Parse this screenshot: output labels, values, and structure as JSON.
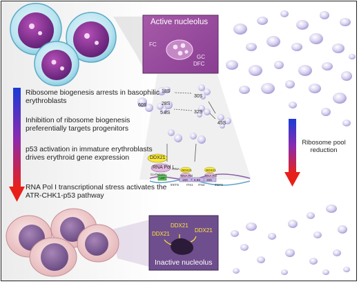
{
  "steps": [
    "Ribosome biogenesis arrests in basophilic erythroblasts",
    "Inhibition of ribosome biogenesis preferentially targets progenitors",
    "p53 activation in immature erythroblasts drives erythroid gene expression",
    "RNA Pol I transcriptional stress activates the ATR-CHK1-p53 pathway"
  ],
  "active_nucleolus": {
    "title": "Active nucleolus",
    "fc": "FC",
    "gc": "GC",
    "dfc": "DFC"
  },
  "inactive_nucleolus": {
    "title": "Inactive nucleolus",
    "ddx": [
      "DDX21",
      "DDX21",
      "DDX21"
    ]
  },
  "pool_label": "Ribosome pool reduction",
  "schema": {
    "r18s": "18S",
    "r28s": "28S",
    "r58s": "5.8S",
    "r60s": "60S",
    "r30s": "30S",
    "r32s": "32S",
    "r45s": "45S",
    "ddx21": "DDX21",
    "pol1": "RNA Pol I",
    "cofactors": "Co-factors",
    "rrna": "rRNA",
    "ddx_small_1": "DDX21",
    "ddx_small_2": "DDX21",
    "rnapol_small_1": "RNA Pol",
    "rnapol_small_2": "RNA Pol",
    "ubf": "UBF",
    "dna_18s": "18S",
    "dna_58s": "5.8S",
    "dna_28s": "28S",
    "ets5": "5'ETS",
    "its1": "ITS1",
    "its2": "ITS2",
    "ets3": "3'ETS"
  },
  "colors": {
    "arrow_top": "#1a3bd6",
    "arrow_mid": "#8a2bb0",
    "arrow_bottom": "#e8201a",
    "nucleolus_box": "#9c4fa0",
    "inactive_box": "#6d4b8a",
    "ribosome": "#d7d0ee",
    "ddx_yellow": "#ffe53b"
  }
}
